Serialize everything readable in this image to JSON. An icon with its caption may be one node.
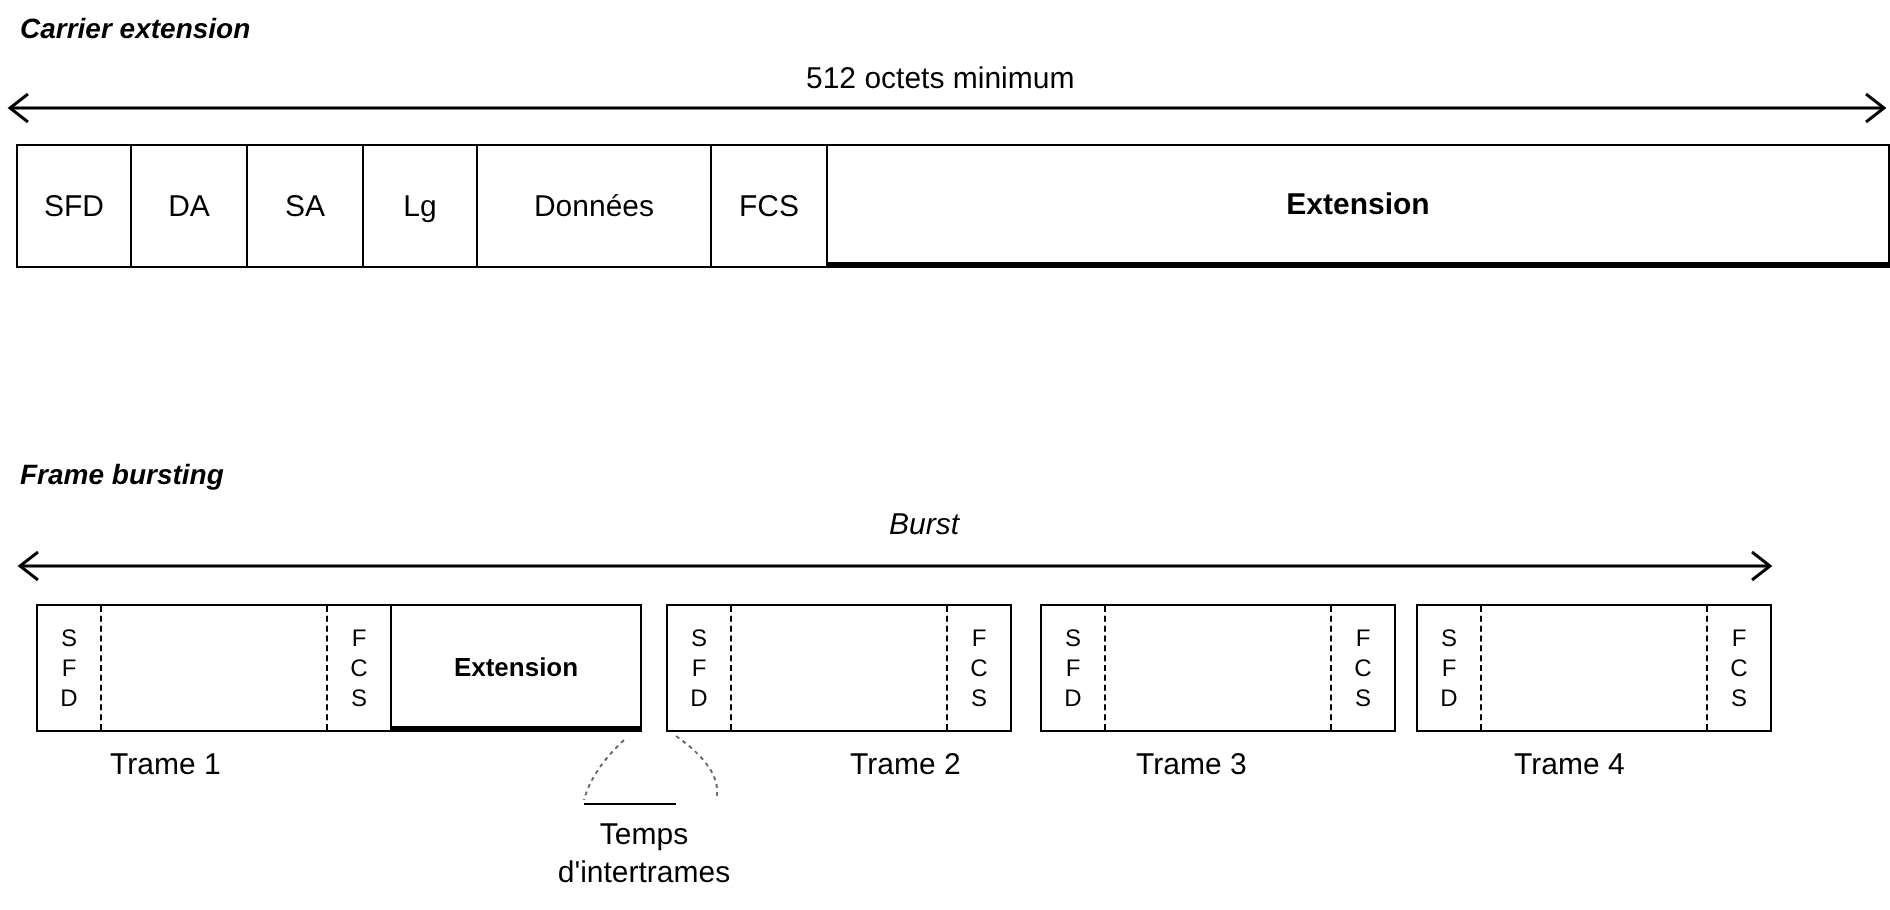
{
  "diagram": {
    "nodes": [
      {
        "text": [
          "SFD"
        ]
      },
      {
        "text": [
          "DA"
        ]
      },
      {
        "text": [
          "SA"
        ]
      },
      {
        "text": [
          "Lg"
        ]
      },
      {
        "text": [
          "Données"
        ]
      },
      {
        "text": [
          "FCS"
        ]
      },
      {
        "text": [
          "Extension"
        ]
      },
      {
        "text": [],
        "shape": "box",
        "beside": [
          "Trame 1"
        ]
      },
      {
        "text": [
          "S F D"
        ],
        "in": 7
      },
      {
        "text": [
          "F C S"
        ],
        "in": 7
      },
      {
        "text": [
          "Extension"
        ]
      },
      {
        "text": [],
        "shape": "box",
        "beside": [
          "Trame 2"
        ]
      },
      {
        "text": [
          "S F D"
        ],
        "in": 11
      },
      {
        "text": [
          "F C S"
        ],
        "in": 11
      },
      {
        "text": [],
        "shape": "box",
        "beside": [
          "Trame 3"
        ]
      },
      {
        "text": [
          "S F D"
        ],
        "in": 14
      },
      {
        "text": [
          "F C S"
        ],
        "in": 14
      },
      {
        "text": [],
        "shape": "box",
        "beside": [
          "Trame 4"
        ]
      },
      {
        "text": [
          "S F D"
        ],
        "in": 17
      },
      {
        "text": [
          "F C S"
        ],
        "in": 17
      }
    ],
    "labels": [
      "Carrier extension",
      "512 octets minimum",
      "Frame bursting",
      "Burst",
      "Temps d'intertrames"
    ]
  }
}
